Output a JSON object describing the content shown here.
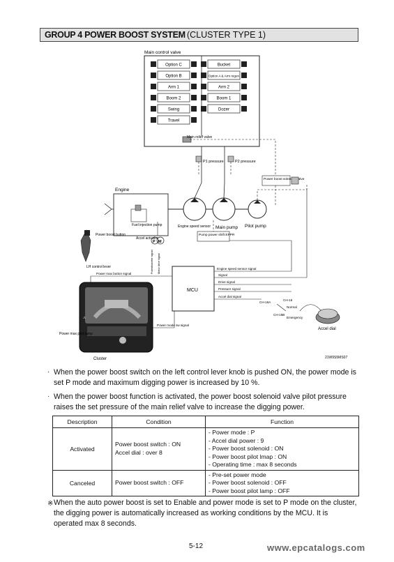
{
  "header": {
    "title": "GROUP  4  POWER BOOST SYSTEM",
    "subtitle": "(CLUSTER TYPE 1)"
  },
  "diagram": {
    "main_control_valve": "Main control valve",
    "valves_left": [
      "Option C",
      "Option B",
      "Arm 1",
      "Boom 2",
      "Swing",
      "Travel"
    ],
    "valves_right": [
      "Bucket",
      "Option A & Arm regen",
      "Arm 2",
      "Boom 1",
      "Dozer"
    ],
    "main_relief_valve": "Main relief valve",
    "p1_pressure": "P1 pressure",
    "p2_pressure": "P2 pressure",
    "power_boost_solenoid_valve": "Power boost solenoid valve",
    "engine": "Engine",
    "fuel_injection_pump": "Fuel injection pump",
    "engine_speed_sensor": "Engine speed sensor",
    "main_pump": "Main pump",
    "pilot_pump": "Pilot pump",
    "pump_power_shift_eppr": "Pump power shift EPPR",
    "accel_actuator": "Accel actuator",
    "power_boost_button": "Power boost button",
    "lh_control_lever": "LH control lever",
    "power_max_button_signal": "Power max button signal",
    "mcu": "MCU",
    "engine_speed_sensor_signal": "Engine speed sensor signal",
    "signal": "Signal",
    "drive_signal": "Drive signal",
    "pressure_signal": "Pressure signal",
    "accel_dial_signal": "Accel dial signal",
    "ch16a": "CH-16A",
    "ch16": "CH-16",
    "normal": "Normal",
    "ch16b": "CH-16B",
    "emergency": "Emergency",
    "accel_dial": "Accel dial",
    "power_mode_sw_signal": "Power mode sw signal",
    "power_max_pilot_lamp": "Power max pilot lamp",
    "cluster": "Cluster",
    "potentiometer_signal": "Potentiometer signal",
    "motor_drive_signal": "Motor drive signal",
    "figure_code": "21W9S5MS07"
  },
  "body": {
    "bullet": "·",
    "para1": "When the power boost switch on the left control lever knob is pushed ON, the power mode is set P mode and maximum digging power is increased by 10 %.",
    "para2": "When the power boost function is activated, the power boost solenoid valve pilot pressure raises the set pressure of the main relief valve to increase the digging power.",
    "note_mark": "※",
    "note": "When the auto power boost is set to Enable and power mode is set to P mode on the cluster, the digging power is automatically increased as working conditions by the MCU. It is operated max 8 seconds."
  },
  "table": {
    "headers": [
      "Description",
      "Condition",
      "Function"
    ],
    "rows": [
      {
        "description": "Activated",
        "condition": [
          "Power boost switch : ON",
          "Accel dial : over 8"
        ],
        "function": [
          "- Power mode : P",
          "- Accel dial power : 9",
          "- Power boost solenoid : ON",
          "- Power boost pilot lmap : ON",
          "- Operating time : max 8 seconds"
        ]
      },
      {
        "description": "Canceled",
        "condition": [
          "Power boost switch : OFF"
        ],
        "function": [
          "- Pre-set power mode",
          "- Power boost solenoid : OFF",
          "- Power boost pilot lamp : OFF"
        ]
      }
    ]
  },
  "footer": {
    "page": "5-12",
    "watermark": "www.epcatalogs.com"
  }
}
